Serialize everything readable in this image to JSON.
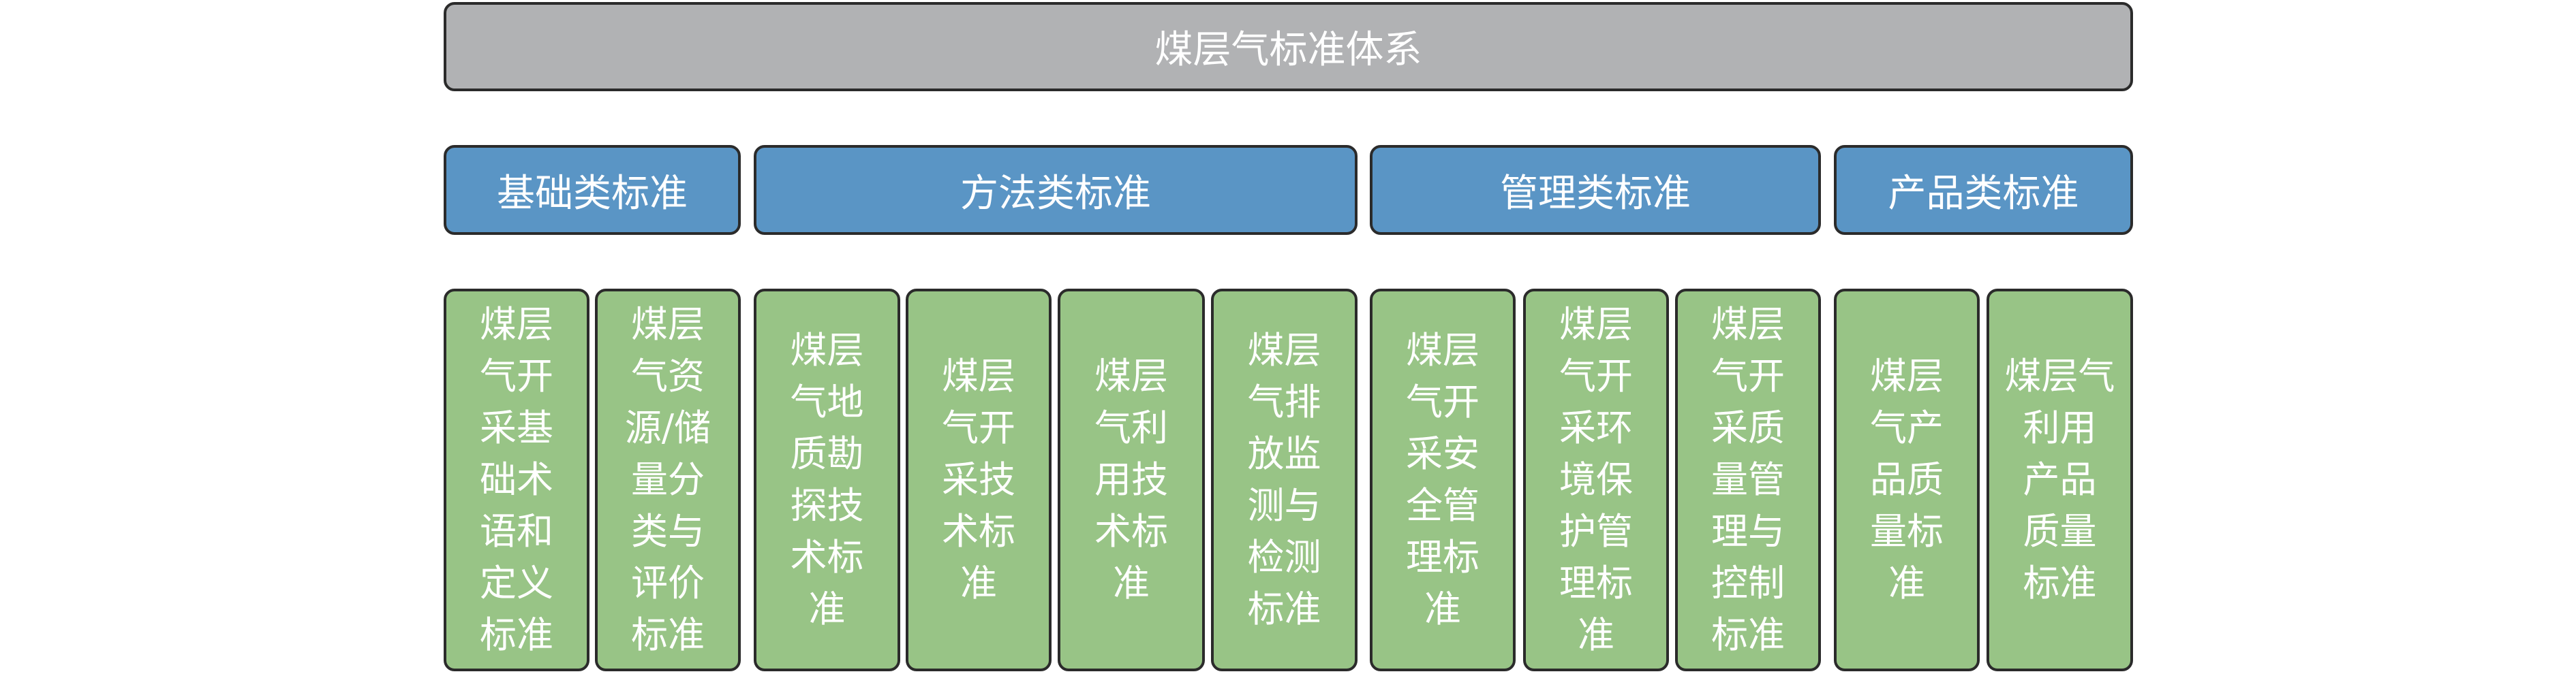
{
  "root": {
    "label": "煤层气标准体系"
  },
  "colors": {
    "root": "#b1b2b4",
    "category": "#5a95c5",
    "leaf": "#98c486",
    "border": "#2b2b2b"
  },
  "categories": [
    {
      "label": "基础类标准"
    },
    {
      "label": "方法类标准"
    },
    {
      "label": "管理类标准"
    },
    {
      "label": "产品类标准"
    }
  ],
  "leaves": [
    {
      "label": "煤层\n气开\n采基\n础术\n语和\n定义\n标准"
    },
    {
      "label": "煤层\n气资\n源/储\n量分\n类与\n评价\n标准"
    },
    {
      "label": "煤层\n气地\n质勘\n探技\n术标\n准"
    },
    {
      "label": "煤层\n气开\n采技\n术标\n准"
    },
    {
      "label": "煤层\n气利\n用技\n术标\n准"
    },
    {
      "label": "煤层\n气排\n放监\n测与\n检测\n标准"
    },
    {
      "label": "煤层\n气开\n采安\n全管\n理标\n准"
    },
    {
      "label": "煤层\n气开\n采环\n境保\n护管\n理标\n准"
    },
    {
      "label": "煤层\n气开\n采质\n量管\n理与\n控制\n标准"
    },
    {
      "label": "煤层\n气产\n品质\n量标\n准"
    },
    {
      "label": "煤层气\n利用\n产品\n质量\n标准"
    }
  ]
}
